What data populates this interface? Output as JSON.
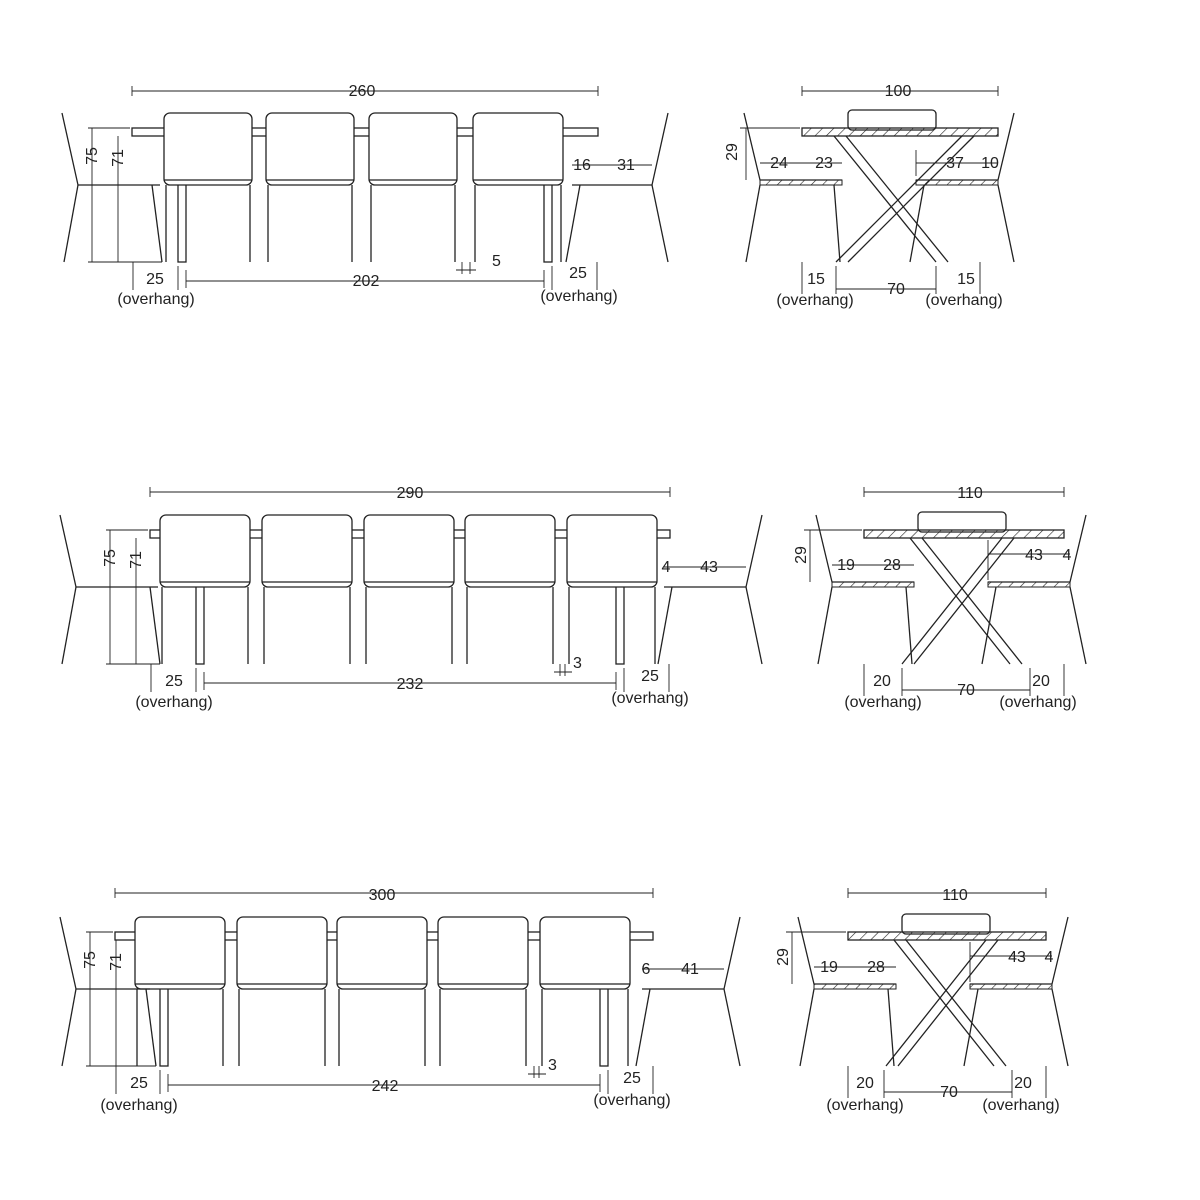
{
  "views": [
    {
      "side": {
        "total": "260",
        "inner": "202",
        "height": "75",
        "height2": "71",
        "leg": "5",
        "right_a": "16",
        "right_b": "31",
        "left_over": "25",
        "right_over": "25",
        "overhang": "(overhang)"
      },
      "end": {
        "width": "100",
        "h29": "29",
        "l1": "24",
        "l2": "23",
        "r1": "37",
        "r2": "10",
        "o_left": "15",
        "o_right": "15",
        "base": "70",
        "overhang": "(overhang)"
      }
    },
    {
      "side": {
        "total": "290",
        "inner": "232",
        "height": "75",
        "height2": "71",
        "leg": "3",
        "right_a": "4",
        "right_b": "43",
        "left_over": "25",
        "right_over": "25",
        "overhang": "(overhang)"
      },
      "end": {
        "width": "110",
        "h29": "29",
        "l1": "19",
        "l2": "28",
        "r1": "43",
        "r2": "4",
        "o_left": "20",
        "o_right": "20",
        "base": "70",
        "overhang": "(overhang)"
      }
    },
    {
      "side": {
        "total": "300",
        "inner": "242",
        "height": "75",
        "height2": "71",
        "leg": "3",
        "right_a": "6",
        "right_b": "41",
        "left_over": "25",
        "right_over": "25",
        "overhang": "(overhang)"
      },
      "end": {
        "width": "110",
        "h29": "29",
        "l1": "19",
        "l2": "28",
        "r1": "43",
        "r2": "4",
        "o_left": "20",
        "o_right": "20",
        "base": "70",
        "overhang": "(overhang)"
      }
    }
  ]
}
